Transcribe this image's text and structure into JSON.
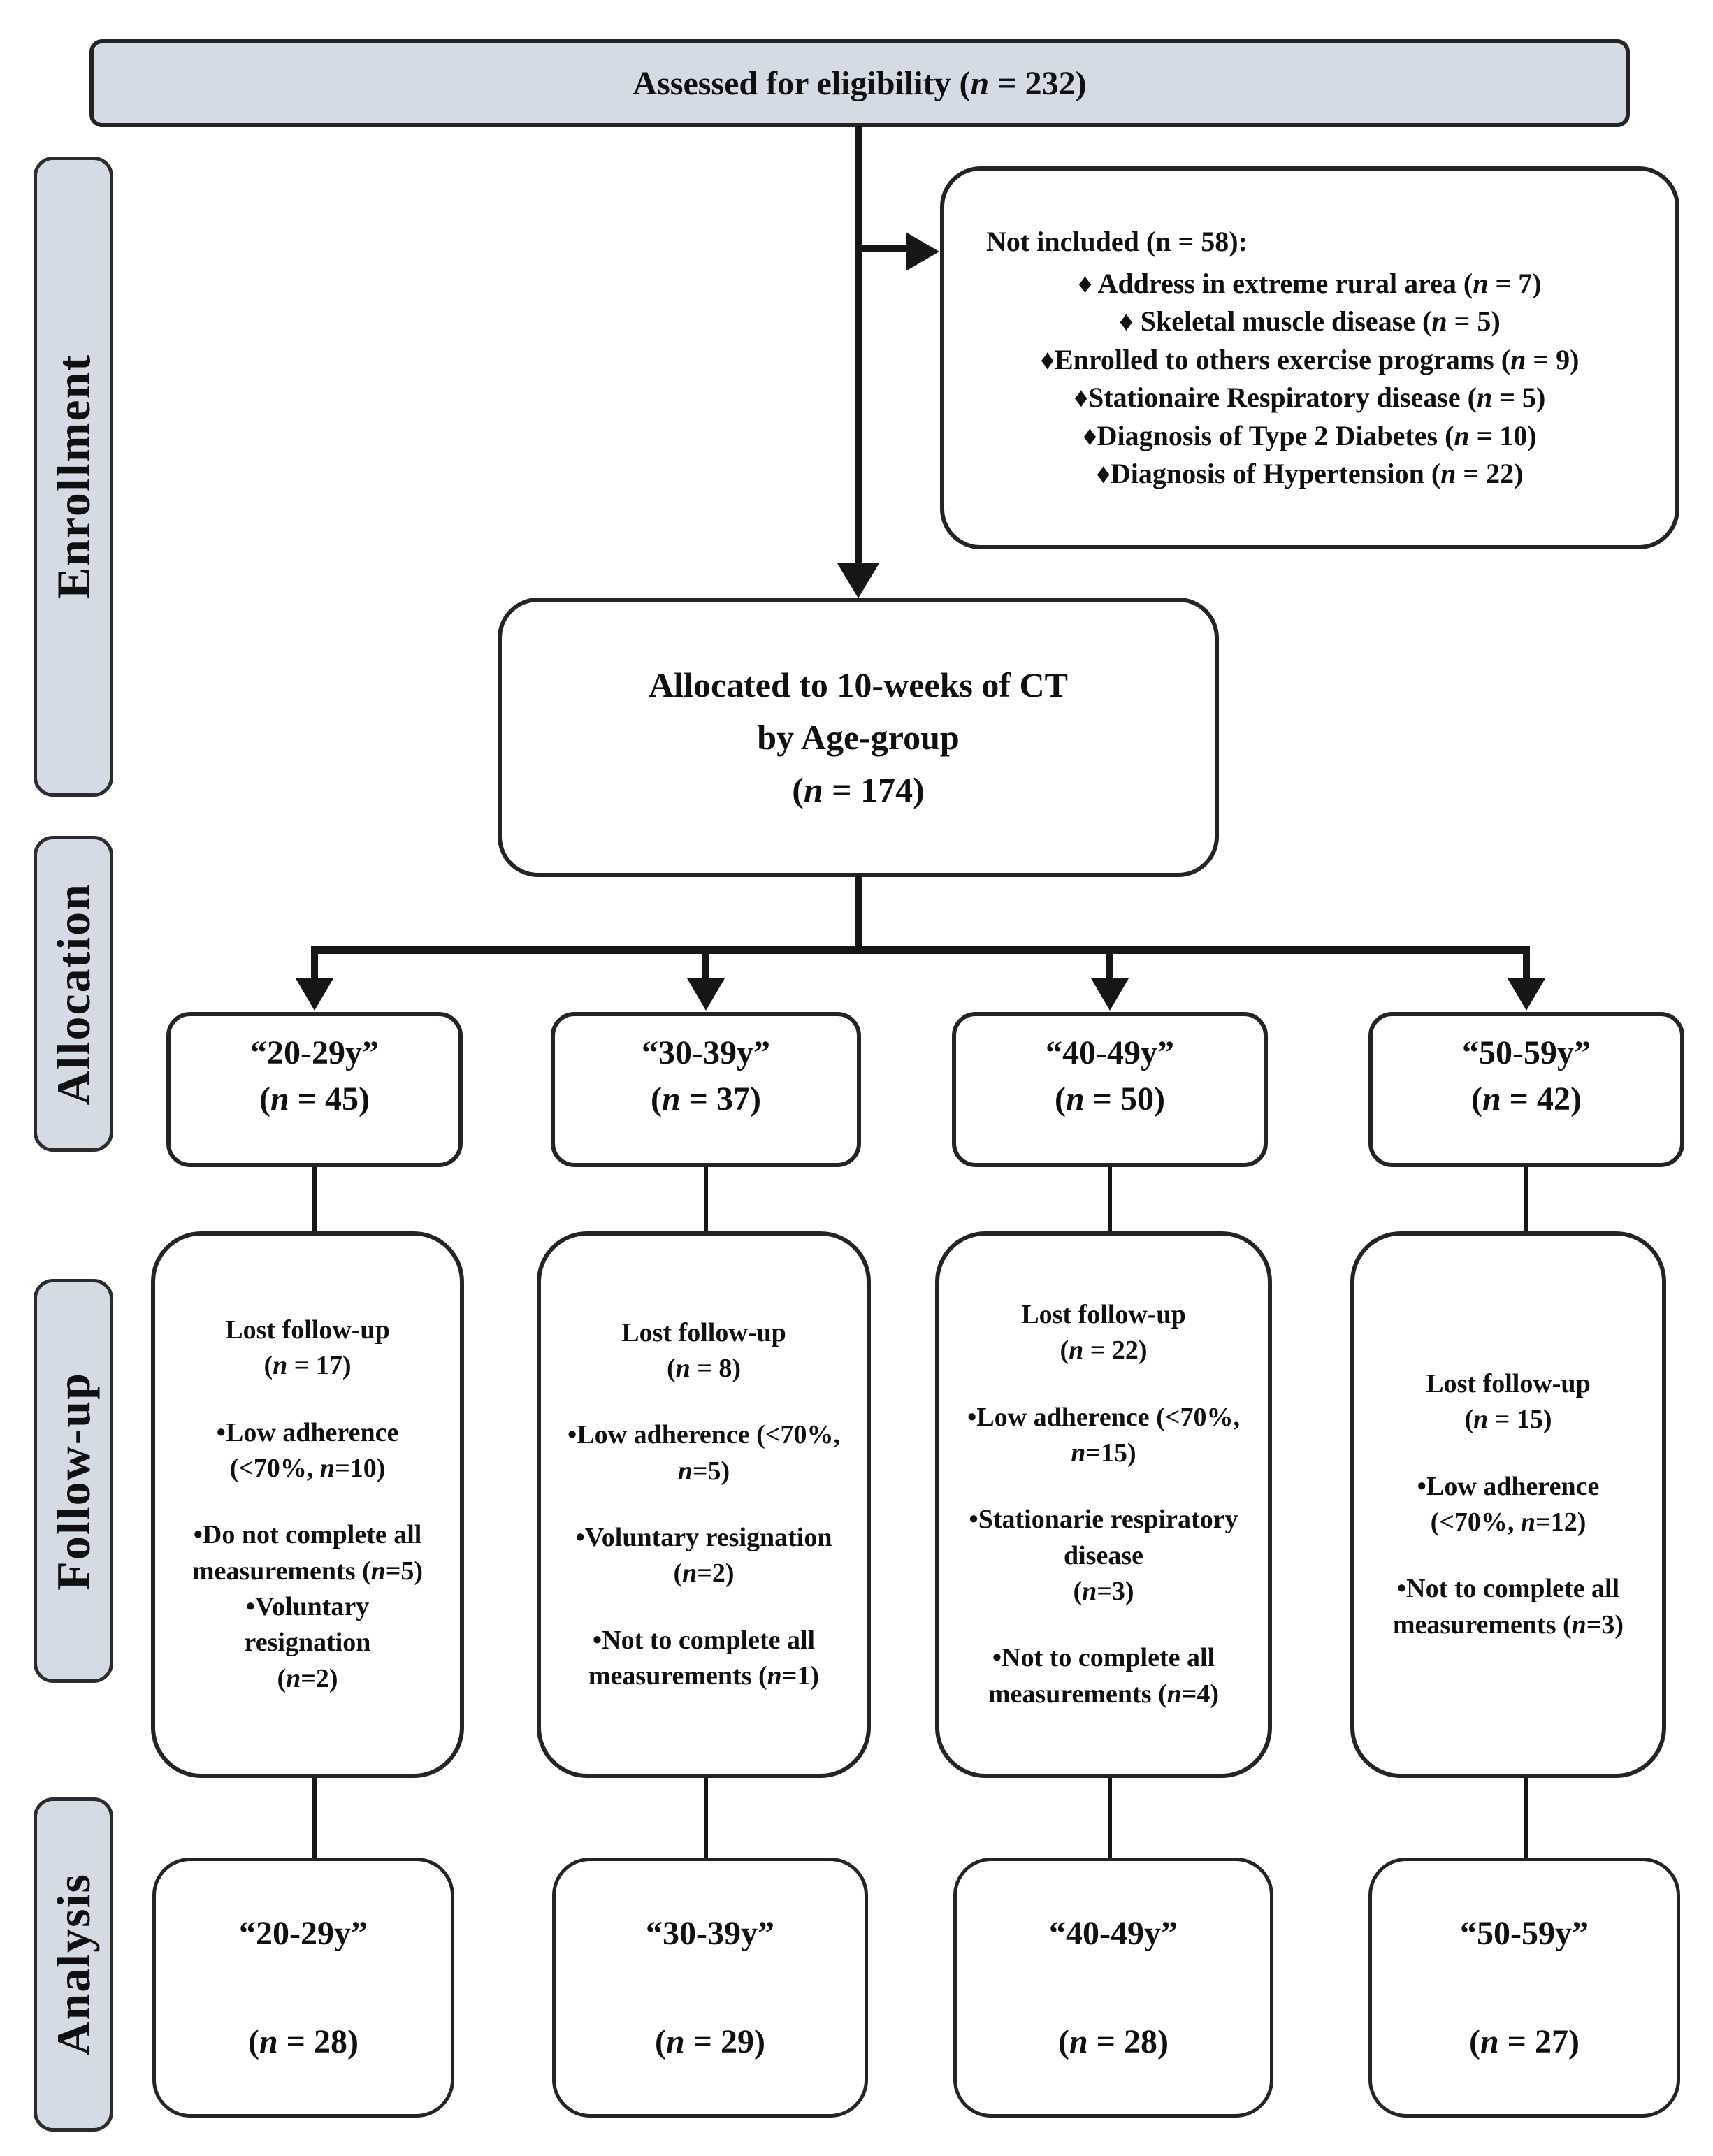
{
  "colors": {
    "stage_fill": "#d4dbe5",
    "box_border": "#242424",
    "line": "#161616",
    "background": "#ffffff"
  },
  "sidebar": {
    "enrollment": "Enrollment",
    "allocation": "Allocation",
    "followup": "Follow-up",
    "analysis": "Analysis"
  },
  "assessed": {
    "label": "Assessed for eligibility (n = 232)"
  },
  "not_included": {
    "title": "Not included (n = 58):",
    "items": [
      "♦ Address in extreme rural area (n = 7)",
      "♦ Skeletal muscle disease (n = 5)",
      "♦Enrolled to others exercise programs (n = 9)",
      "♦Stationaire Respiratory disease (n = 5)",
      "♦Diagnosis of Type 2 Diabetes (n = 10)",
      "♦Diagnosis of Hypertension (n = 22)"
    ]
  },
  "allocated": {
    "label": "Allocated to 10-weeks of CT\nby Age-group\n(n = 174)"
  },
  "allocation": [
    {
      "age": "“20-29y”",
      "count": "(n = 45)"
    },
    {
      "age": "“30-39y”",
      "count": "(n = 37)"
    },
    {
      "age": "“40-49y”",
      "count": "(n = 50)"
    },
    {
      "age": "“50-59y”",
      "count": "(n = 42)"
    }
  ],
  "followup": [
    {
      "blocks": [
        "Lost follow-up\n(n = 17)",
        "•Low adherence\n(<70%, n=10)",
        "•Do not complete all\nmeasurements (n=5)\n•Voluntary\nresignation\n(n=2)"
      ]
    },
    {
      "blocks": [
        "Lost follow-up\n(n = 8)",
        "•Low adherence (<70%,\nn=5)",
        "•Voluntary resignation\n(n=2)",
        "•Not to complete all\nmeasurements (n=1)"
      ]
    },
    {
      "blocks": [
        "Lost follow-up\n(n = 22)",
        "•Low adherence (<70%,\nn=15)",
        "•Stationarie respiratory\ndisease\n(n=3)",
        "•Not to complete all\nmeasurements (n=4)"
      ]
    },
    {
      "blocks": [
        "Lost follow-up\n(n = 15)",
        "•Low adherence\n(<70%, n=12)",
        "•Not to complete all\nmeasurements (n=3)"
      ]
    }
  ],
  "analysis": [
    {
      "age": "“20-29y”",
      "count": "(n = 28)"
    },
    {
      "age": "“30-39y”",
      "count": "(n = 29)"
    },
    {
      "age": "“40-49y”",
      "count": "(n = 28)"
    },
    {
      "age": "“50-59y”",
      "count": "(n = 27)"
    }
  ]
}
